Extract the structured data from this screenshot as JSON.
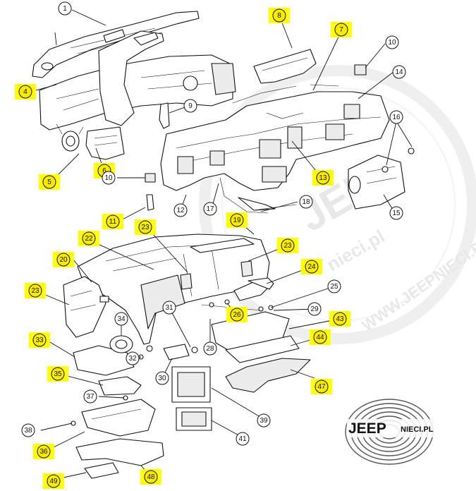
{
  "callouts": [
    {
      "id": "c1",
      "number": "1",
      "highlighted": false
    },
    {
      "id": "c2",
      "number": "4",
      "highlighted": true
    },
    {
      "id": "c3",
      "number": "5",
      "highlighted": true
    },
    {
      "id": "c4",
      "number": "6",
      "highlighted": true
    },
    {
      "id": "c5",
      "number": "7",
      "highlighted": true
    },
    {
      "id": "c6",
      "number": "8",
      "highlighted": true
    },
    {
      "id": "c7",
      "number": "9",
      "highlighted": false
    },
    {
      "id": "c8",
      "number": "10",
      "highlighted": false
    },
    {
      "id": "c9",
      "number": "10",
      "highlighted": false
    },
    {
      "id": "c10",
      "number": "11",
      "highlighted": true
    },
    {
      "id": "c11",
      "number": "12",
      "highlighted": false
    },
    {
      "id": "c12",
      "number": "13",
      "highlighted": true
    },
    {
      "id": "c13",
      "number": "14",
      "highlighted": false
    },
    {
      "id": "c14",
      "number": "15",
      "highlighted": false
    },
    {
      "id": "c15",
      "number": "16",
      "highlighted": false
    },
    {
      "id": "c16",
      "number": "17",
      "highlighted": false
    },
    {
      "id": "c17",
      "number": "18",
      "highlighted": false
    },
    {
      "id": "c18",
      "number": "19",
      "highlighted": true
    },
    {
      "id": "c19",
      "number": "20",
      "highlighted": true
    },
    {
      "id": "c20",
      "number": "22",
      "highlighted": true
    },
    {
      "id": "c21",
      "number": "23",
      "highlighted": true
    },
    {
      "id": "c22",
      "number": "23",
      "highlighted": true
    },
    {
      "id": "c23",
      "number": "23",
      "highlighted": true
    },
    {
      "id": "c24",
      "number": "24",
      "highlighted": true
    },
    {
      "id": "c25",
      "number": "25",
      "highlighted": false
    },
    {
      "id": "c26",
      "number": "26",
      "highlighted": true
    },
    {
      "id": "c27",
      "number": "28",
      "highlighted": false
    },
    {
      "id": "c28",
      "number": "29",
      "highlighted": false
    },
    {
      "id": "c29",
      "number": "30",
      "highlighted": false
    },
    {
      "id": "c30",
      "number": "31",
      "highlighted": false
    },
    {
      "id": "c31",
      "number": "32",
      "highlighted": false
    },
    {
      "id": "c32",
      "number": "33",
      "highlighted": true
    },
    {
      "id": "c33",
      "number": "34",
      "highlighted": false
    },
    {
      "id": "c34",
      "number": "35",
      "highlighted": true
    },
    {
      "id": "c35",
      "number": "36",
      "highlighted": true
    },
    {
      "id": "c36",
      "number": "37",
      "highlighted": false
    },
    {
      "id": "c37",
      "number": "38",
      "highlighted": false
    },
    {
      "id": "c38",
      "number": "39",
      "highlighted": false
    },
    {
      "id": "c39",
      "number": "41",
      "highlighted": false
    },
    {
      "id": "c40",
      "number": "43",
      "highlighted": true
    },
    {
      "id": "c41",
      "number": "44",
      "highlighted": true
    },
    {
      "id": "c42",
      "number": "47",
      "highlighted": true
    },
    {
      "id": "c43",
      "number": "48",
      "highlighted": true
    },
    {
      "id": "c44",
      "number": "49",
      "highlighted": true
    }
  ],
  "watermark": {
    "ring_text": "WWW.JEEPNIECI.PL",
    "center_text": "JEEP",
    "sub_text": "nieci.pl"
  },
  "logo": {
    "main": "JEEP",
    "sub": "NIECI.PL"
  },
  "colors": {
    "highlight": "#ffff00",
    "line": "#111111",
    "watermark": "#e6e6e6"
  }
}
